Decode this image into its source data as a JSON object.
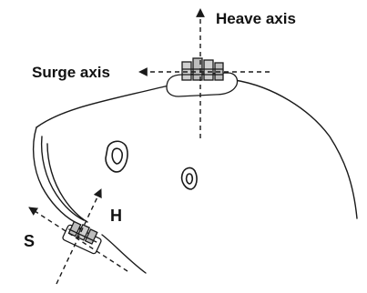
{
  "labels": {
    "heave": "Heave axis",
    "surge": "Surge axis",
    "h": "H",
    "s": "S"
  },
  "colors": {
    "stroke": "#1a1a1a",
    "background": "#ffffff"
  }
}
